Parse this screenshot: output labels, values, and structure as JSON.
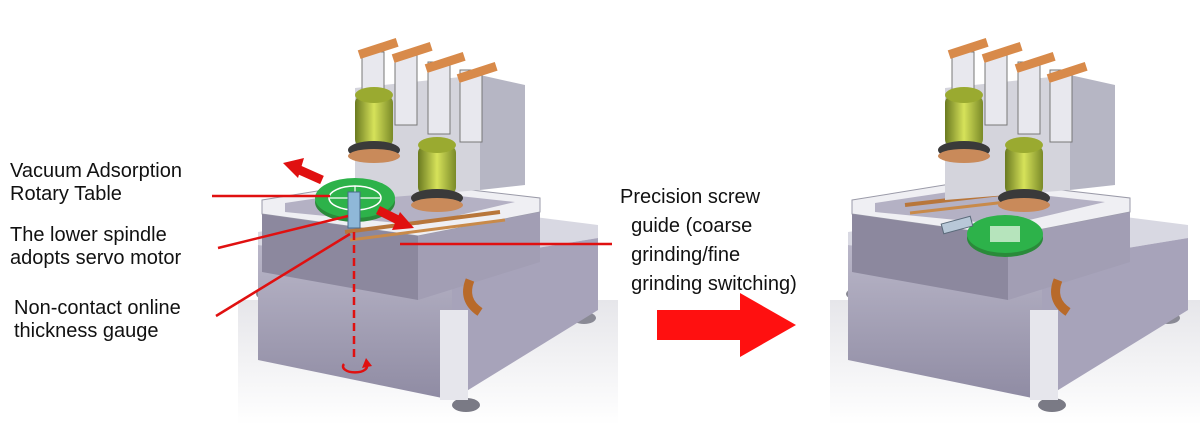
{
  "labels": {
    "vacuum_table": "Vacuum Adsorption\nRotary Table",
    "lower_spindle": "The lower spindle\nadopts servo motor",
    "thickness_gauge": "Non-contact online\nthickness gauge",
    "screw_guide": "Precision screw\n  guide (coarse\n  grinding/fine\n  grinding switching)"
  },
  "colors": {
    "annotation": "#e01010",
    "table": "#2db24a",
    "motor": "#c8d84a",
    "frame": "#c9c9d6",
    "copper": "#d88a4a"
  }
}
